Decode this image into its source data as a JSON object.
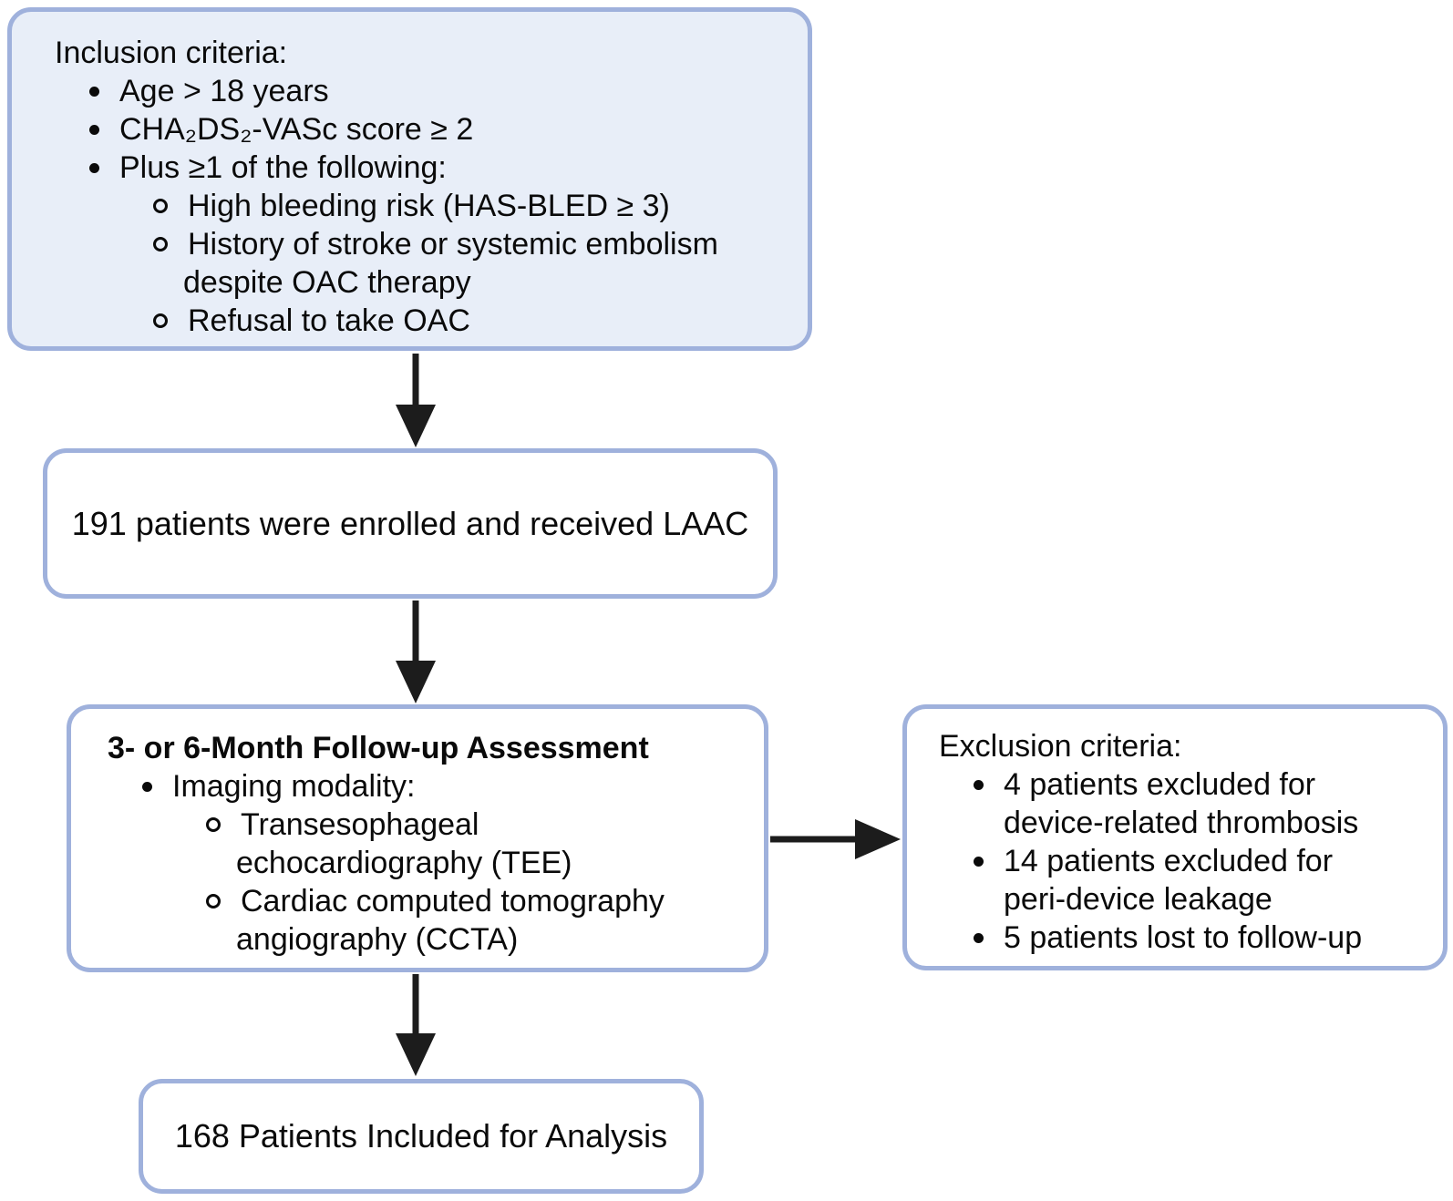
{
  "colors": {
    "box_border": "#9fb1dc",
    "inclusion_box_fill": "#e8eef8",
    "box_fill": "#ffffff",
    "arrow": "#1c1c1c",
    "text": "#0a0a0a"
  },
  "inclusion_box": {
    "title": "Inclusion criteria:",
    "items": [
      {
        "level": 1,
        "lines": [
          "Age > 18 years"
        ]
      },
      {
        "level": 1,
        "lines": [
          "CHA₂DS₂-VASc score ≥ 2"
        ]
      },
      {
        "level": 1,
        "lines": [
          "Plus ≥1 of the following:"
        ]
      },
      {
        "level": 2,
        "lines": [
          "High bleeding risk (HAS-BLED ≥ 3)"
        ]
      },
      {
        "level": 2,
        "lines": [
          "History of stroke or systemic embolism",
          "despite OAC therapy"
        ]
      },
      {
        "level": 2,
        "lines": [
          "Refusal to take OAC"
        ]
      }
    ]
  },
  "enrollment_box": {
    "text": "191 patients were enrolled and received LAAC"
  },
  "followup_box": {
    "title": "3- or 6-Month Follow-up Assessment",
    "items": [
      {
        "level": 1,
        "lines": [
          "Imaging modality:"
        ]
      },
      {
        "level": 2,
        "lines": [
          "Transesophageal",
          "echocardiography (TEE)"
        ]
      },
      {
        "level": 2,
        "lines": [
          "Cardiac computed tomography",
          "angiography (CCTA)"
        ]
      }
    ]
  },
  "exclusion_box": {
    "title": "Exclusion criteria:",
    "items": [
      {
        "level": 1,
        "lines": [
          "4 patients excluded for",
          "device-related thrombosis"
        ]
      },
      {
        "level": 1,
        "lines": [
          "14 patients excluded for",
          "peri-device leakage"
        ]
      },
      {
        "level": 1,
        "lines": [
          "5 patients lost to follow-up"
        ]
      }
    ]
  },
  "analysis_box": {
    "text": "168 Patients Included for Analysis"
  }
}
